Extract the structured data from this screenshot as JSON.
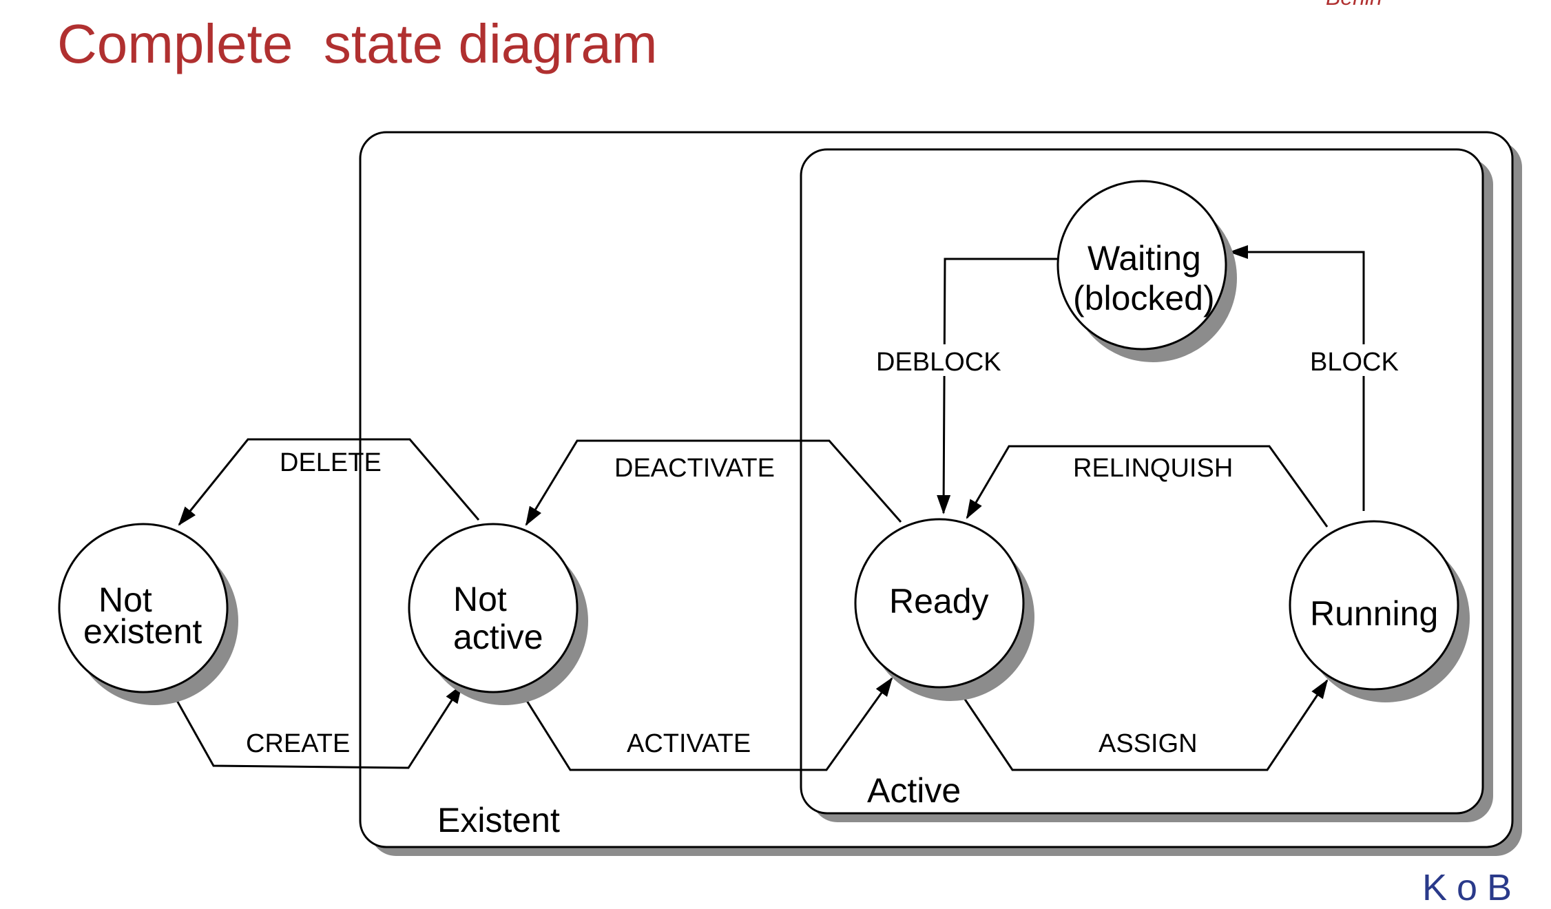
{
  "title": "Complete  state diagram",
  "corner_text": "Berlin",
  "logo_fragment": "KoB",
  "colors": {
    "title": "#b03030",
    "shadow": "#8c8c8c",
    "stroke": "#000000"
  },
  "boxes": {
    "existent": "Existent",
    "active": "Active"
  },
  "states": {
    "not_existent": [
      "Not",
      "existent"
    ],
    "not_active": [
      "Not",
      "active"
    ],
    "ready": "Ready",
    "running": "Running",
    "waiting": [
      "Waiting",
      "(blocked)"
    ]
  },
  "transitions": {
    "delete": "DELETE",
    "create": "CREATE",
    "deactivate": "DEACTIVATE",
    "activate": "ACTIVATE",
    "relinquish": "RELINQUISH",
    "assign": "ASSIGN",
    "deblock": "DEBLOCK",
    "block": "BLOCK"
  }
}
